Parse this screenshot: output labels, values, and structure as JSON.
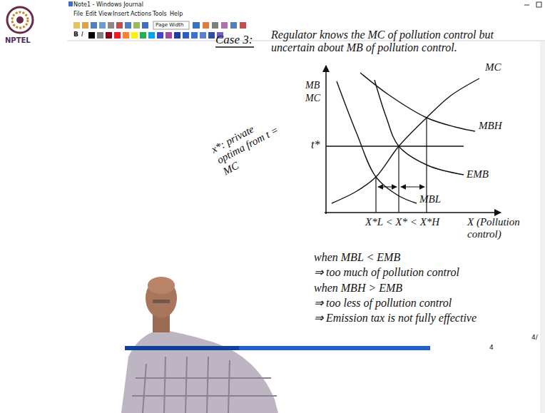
{
  "diagram": {
    "labels": [
      "Note1 - Windows Journal",
      "File",
      "Edit",
      "View",
      "Insert",
      "Actions",
      "Tools",
      "Help",
      "Page Width",
      "B",
      "I",
      "NPTEL",
      "Case 3:",
      "Regulator knows the MC of pollution control but uncertain about MB of pollution control.",
      "MB",
      "MC",
      "MC",
      "MBH",
      "EMB",
      "MBL",
      "t*",
      "X*L < X* < X*H",
      "X (Pollution control)",
      "x*: private optima from t = MC",
      "when MBL < EMB",
      "⇒ too much of pollution control",
      "when MBH > EMB",
      "⇒ too less of pollution control",
      "⇒ Emission tax is not fully effective",
      "4",
      "4/"
    ]
  }
}
